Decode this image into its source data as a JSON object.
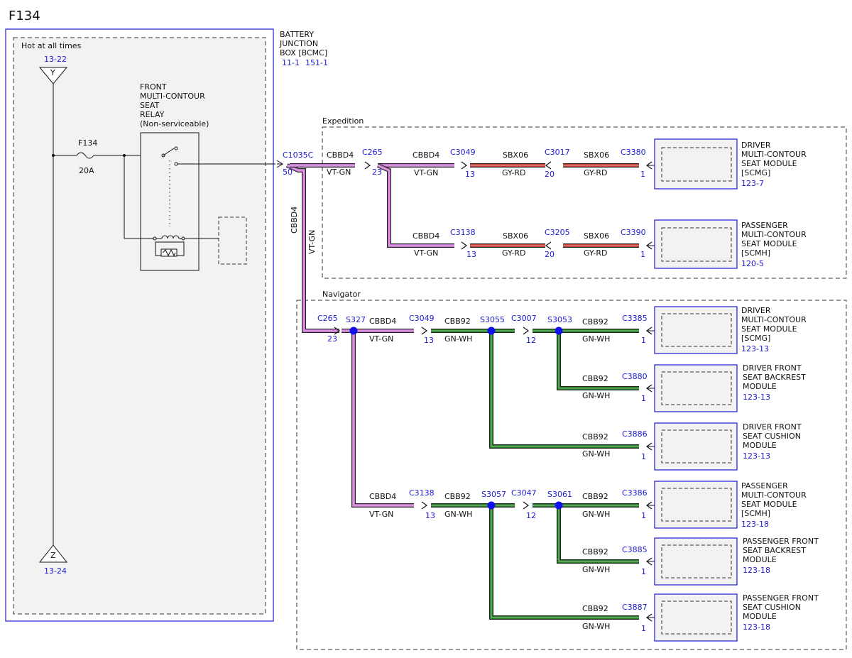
{
  "page_title": "F134",
  "colors": {
    "link": "#1a1ad6",
    "wire_vt_gn": "#c070c8",
    "wire_gy_rd": "#c23a32",
    "wire_gn_wh": "#1e7d1e",
    "splice": "#1010ee",
    "box_border": "#1a1ad6",
    "panel_fill": "#f2f2f2"
  },
  "fuse_panel": {
    "hot_label": "Hot at all times",
    "top_connector": {
      "letter": "Y",
      "ref": "13-22"
    },
    "bottom_connector": {
      "letter": "Z",
      "ref": "13-24"
    },
    "fuse_name": "F134",
    "fuse_rating": "20A",
    "relay": [
      "FRONT",
      "MULTI-CONTOUR",
      "SEAT",
      "RELAY",
      "(Non-serviceable)"
    ]
  },
  "bjb": {
    "lines": [
      "BATTERY",
      "JUNCTION",
      "BOX [BCMC]"
    ],
    "ref1": "11-1",
    "ref2": "151-1"
  },
  "main_connector": {
    "name": "C1035C",
    "pin": "50"
  },
  "vertical_wire": {
    "circuit": "CBBD4",
    "color": "VT-GN"
  },
  "expedition": {
    "label": "Expedition",
    "c265": {
      "name": "C265",
      "pin": "23",
      "circuit": "CBBD4",
      "color": "VT-GN"
    },
    "rows": [
      {
        "mid_connector": "C3049",
        "mid_pin": "13",
        "circuit1": "CBBD4",
        "color1": "VT-GN",
        "in_connector": "C3017",
        "in_pin": "20",
        "circuit2": "SBX06",
        "color2": "GY-RD",
        "end_connector": "C3380",
        "end_pin": "1",
        "circuit3": "SBX06",
        "color3": "GY-RD",
        "module": [
          "DRIVER",
          "MULTI-CONTOUR",
          "SEAT MODULE",
          "[SCMG]"
        ],
        "module_ref": "123-7"
      },
      {
        "mid_connector": "C3138",
        "mid_pin": "13",
        "circuit1": "CBBD4",
        "color1": "VT-GN",
        "in_connector": "C3205",
        "in_pin": "20",
        "circuit2": "SBX06",
        "color2": "GY-RD",
        "end_connector": "C3390",
        "end_pin": "1",
        "circuit3": "SBX06",
        "color3": "GY-RD",
        "module": [
          "PASSENGER",
          "MULTI-CONTOUR",
          "SEAT MODULE",
          "[SCMH]"
        ],
        "module_ref": "120-5"
      }
    ]
  },
  "navigator": {
    "label": "Navigator",
    "c265": {
      "name": "C265",
      "pin": "23"
    },
    "s327": "S327",
    "groups": [
      {
        "circuit_in": "CBBD4",
        "color_in": "VT-GN",
        "connector": "C3049",
        "pin": "13",
        "circuit_mid": "CBB92",
        "color_mid": "GN-WH",
        "splice1": "S3055",
        "inline_connector": "C3007",
        "inline_pin": "12",
        "splice2": "S3053",
        "modules": [
          {
            "circuit": "CBB92",
            "color": "GN-WH",
            "connector": "C3385",
            "pin": "1",
            "name": [
              "DRIVER",
              "MULTI-CONTOUR",
              "SEAT MODULE",
              "[SCMG]"
            ],
            "ref": "123-13"
          },
          {
            "circuit": "CBB92",
            "color": "GN-WH",
            "connector": "C3880",
            "pin": "1",
            "name": [
              "DRIVER FRONT",
              "SEAT BACKREST",
              "MODULE"
            ],
            "ref": "123-13"
          },
          {
            "circuit": "CBB92",
            "color": "GN-WH",
            "connector": "C3886",
            "pin": "1",
            "name": [
              "DRIVER FRONT",
              "SEAT CUSHION",
              "MODULE"
            ],
            "ref": "123-13"
          }
        ]
      },
      {
        "circuit_in": "CBBD4",
        "color_in": "VT-GN",
        "connector": "C3138",
        "pin": "13",
        "circuit_mid": "CBB92",
        "color_mid": "GN-WH",
        "splice1": "S3057",
        "inline_connector": "C3047",
        "inline_pin": "12",
        "splice2": "S3061",
        "modules": [
          {
            "circuit": "CBB92",
            "color": "GN-WH",
            "connector": "C3386",
            "pin": "1",
            "name": [
              "PASSENGER",
              "MULTI-CONTOUR",
              "SEAT MODULE",
              "[SCMH]"
            ],
            "ref": "123-18"
          },
          {
            "circuit": "CBB92",
            "color": "GN-WH",
            "connector": "C3885",
            "pin": "1",
            "name": [
              "PASSENGER FRONT",
              "SEAT BACKREST",
              "MODULE"
            ],
            "ref": "123-18"
          },
          {
            "circuit": "CBB92",
            "color": "GN-WH",
            "connector": "C3887",
            "pin": "1",
            "name": [
              "PASSENGER FRONT",
              "SEAT CUSHION",
              "MODULE"
            ],
            "ref": "123-18"
          }
        ]
      }
    ]
  }
}
